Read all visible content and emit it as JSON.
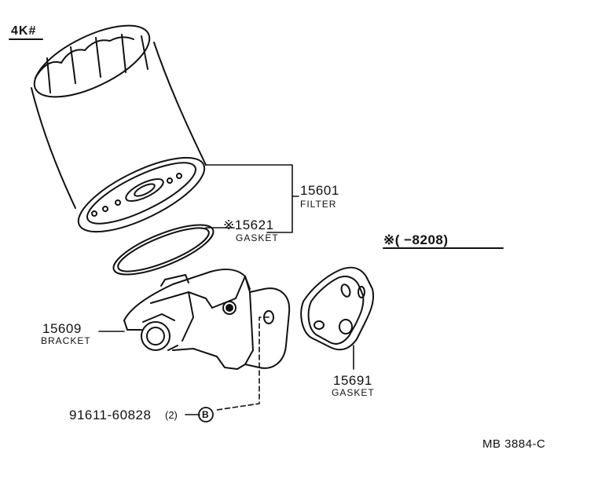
{
  "header": {
    "model_code": "4K#"
  },
  "notes": {
    "date_range": "※(         −8208)"
  },
  "parts": {
    "filter": {
      "number": "15601",
      "name": "FILTER"
    },
    "gasket_filter": {
      "number": "※15621",
      "name": "GASKET"
    },
    "bracket": {
      "number": "15609",
      "name": "BRACKET"
    },
    "gasket_plate": {
      "number": "15691",
      "name": "GASKET"
    },
    "bolt": {
      "number": "91611-60828",
      "qty": "(2)",
      "ref": "B"
    }
  },
  "footer": {
    "diagram_id": "MB 3884-C"
  }
}
